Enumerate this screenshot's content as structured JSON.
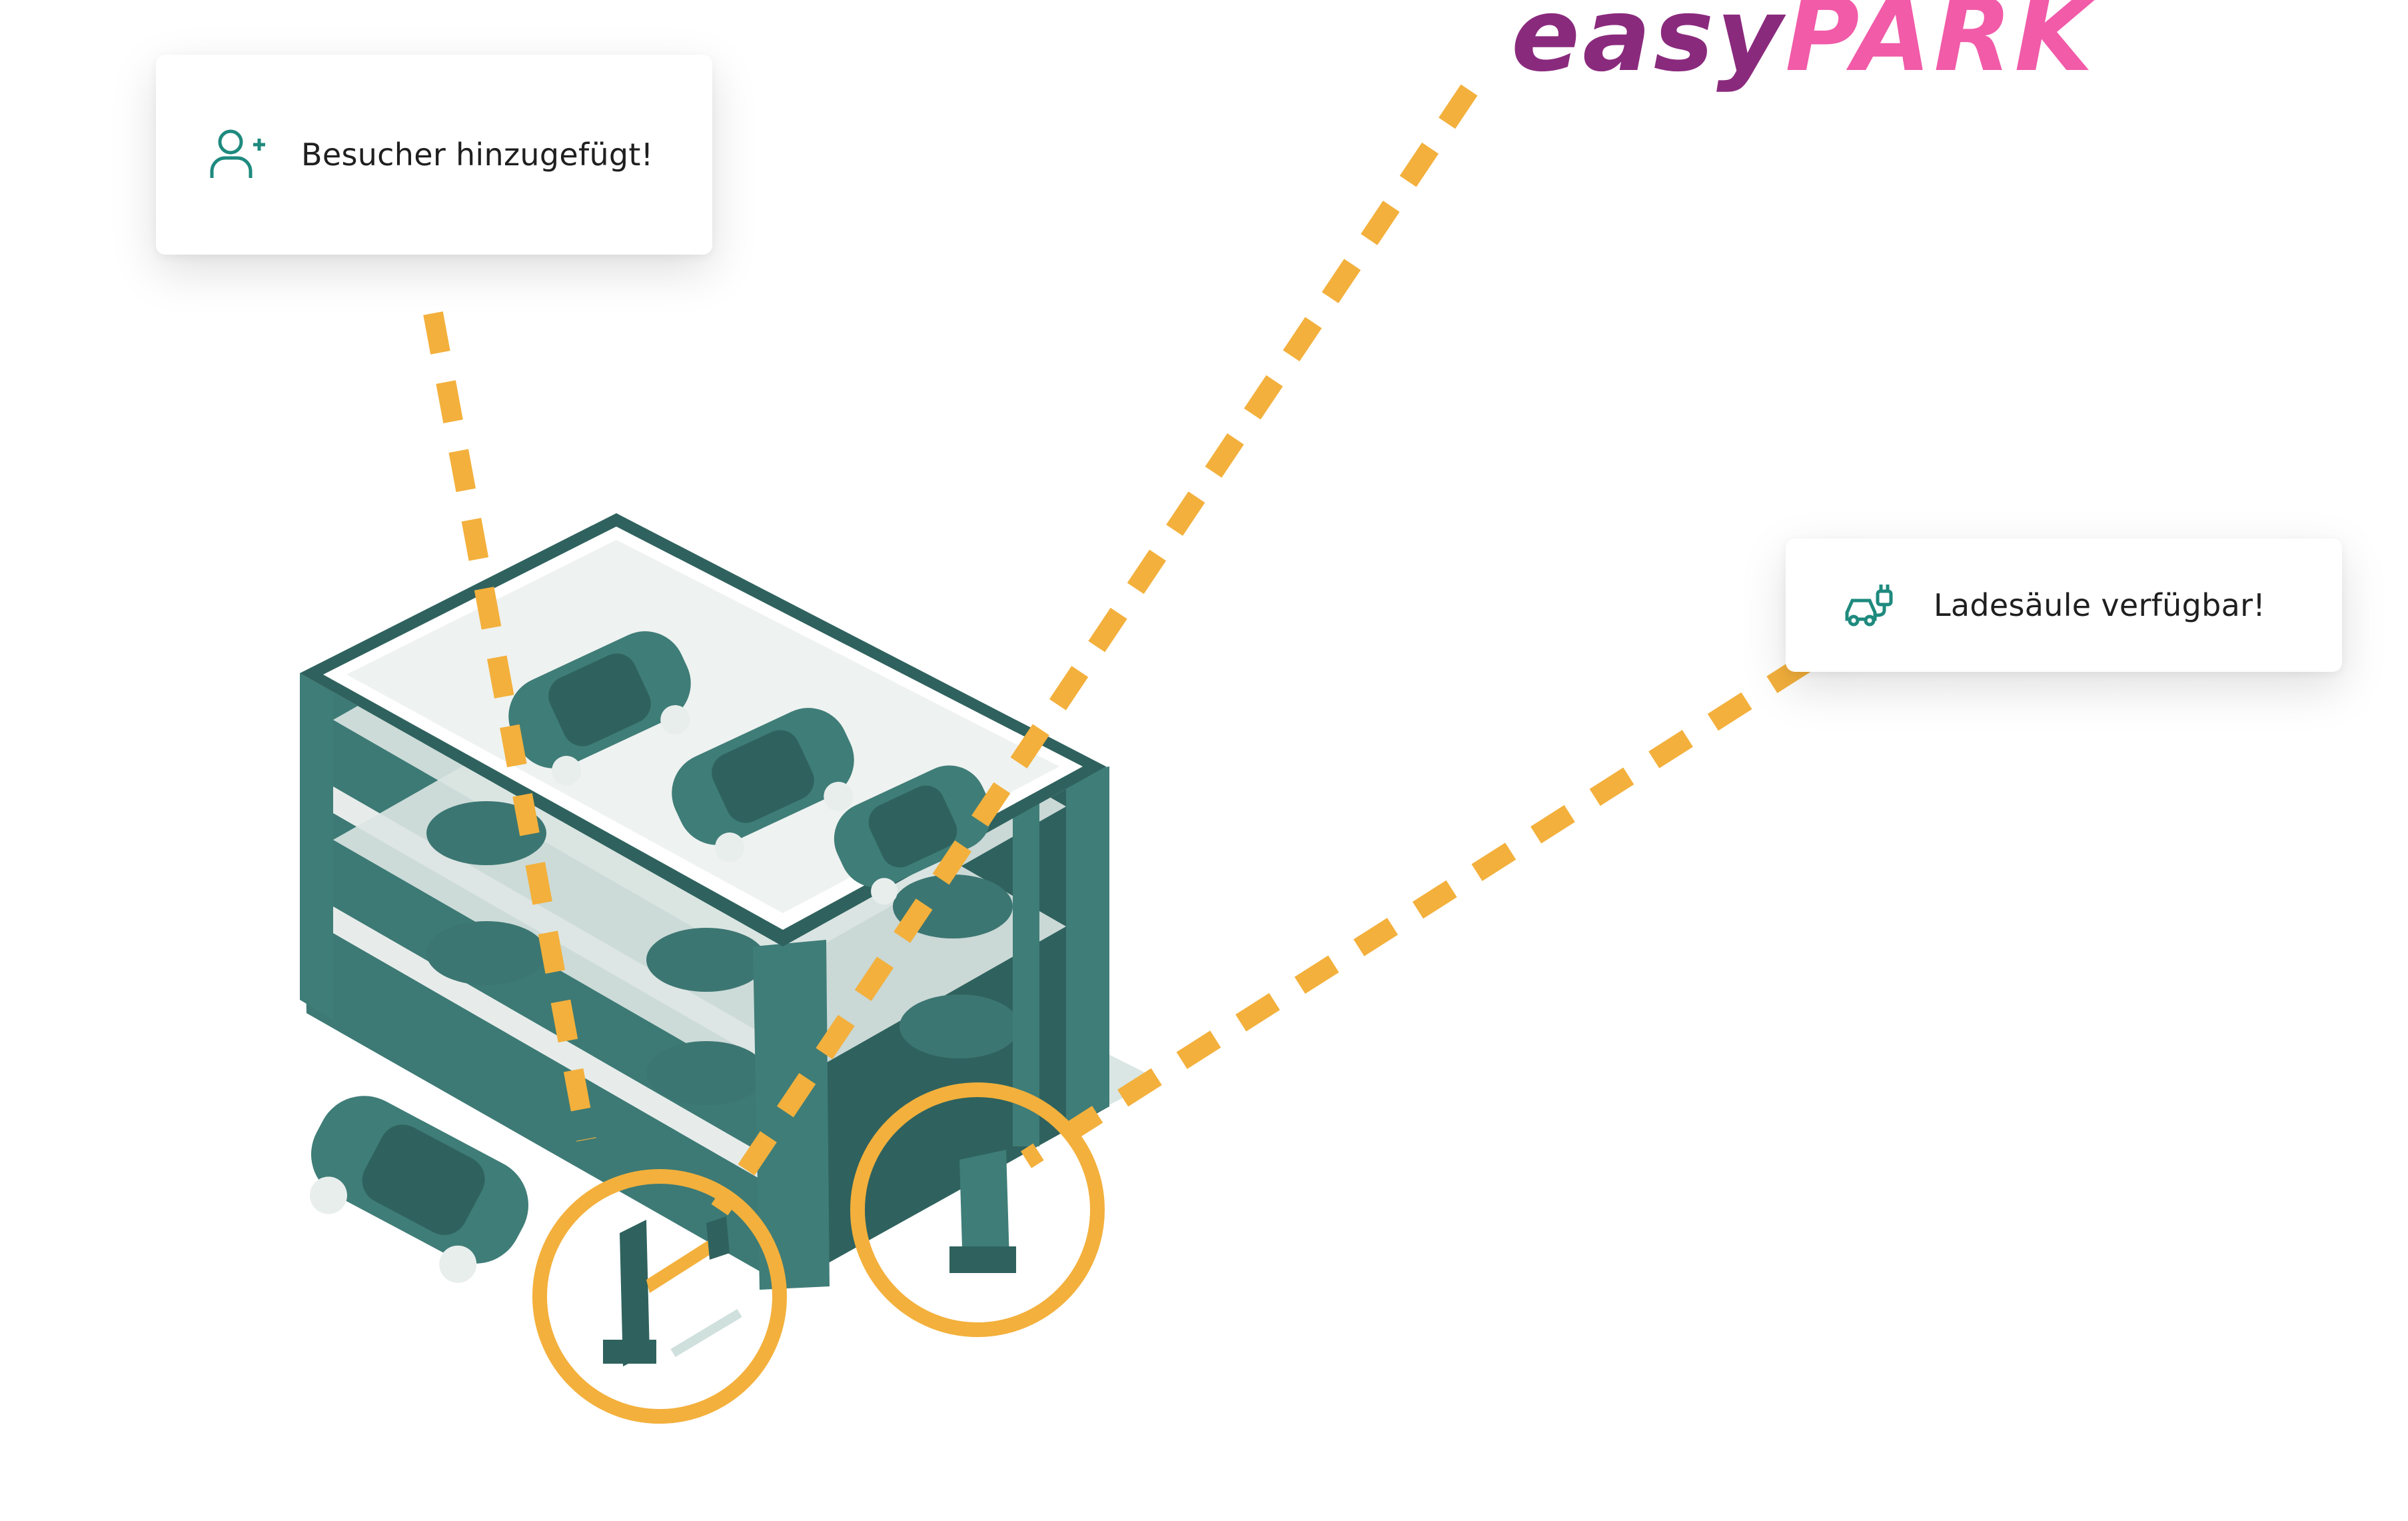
{
  "logo": {
    "part1": "easy",
    "part2": "PARK"
  },
  "notifications": {
    "visitor": {
      "text": "Besucher hinzugefügt!",
      "icon": "user-plus-icon"
    },
    "charger": {
      "text": "Ladesäule verfügbar!",
      "icon": "ev-charger-icon"
    }
  },
  "colors": {
    "building": "#3f7d78",
    "building_dark": "#2f625e",
    "accent_orange": "#f3b03c",
    "icon_teal": "#1e8a7e",
    "logo_purple": "#8a2a7d",
    "logo_pink": "#f15ba8"
  }
}
